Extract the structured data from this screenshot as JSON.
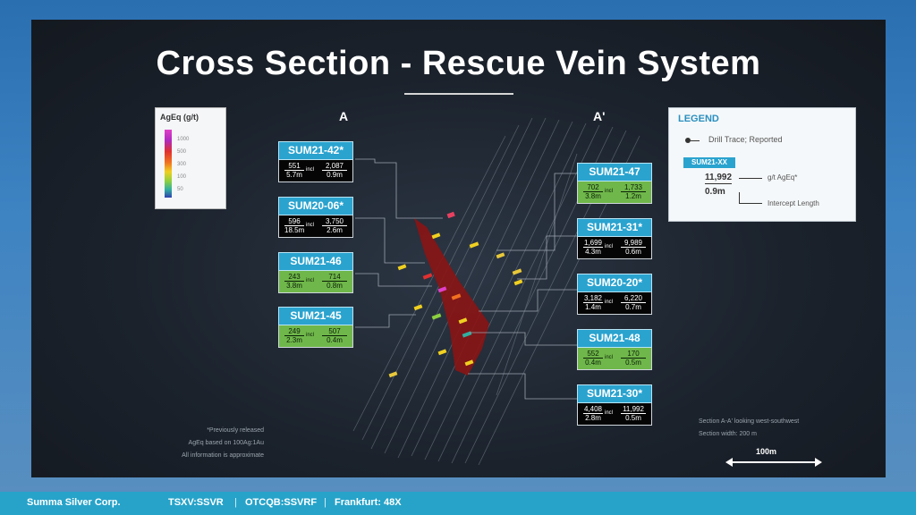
{
  "title": "Cross Section - Rescue Vein System",
  "section_labels": {
    "left": "A",
    "right": "A'"
  },
  "grade_scale": {
    "title": "AgEq (g/t)",
    "ticks": [
      "1000",
      "500",
      "300",
      "100",
      "50"
    ]
  },
  "colors": {
    "hole_label": "#2aa3cf",
    "high_grade_box": "#050505",
    "low_grade_box": "#6fb74a",
    "vein": "#8a1414",
    "footer": "#27a3c9"
  },
  "drill_holes_left": [
    {
      "name": "SUM21-42*",
      "grade": "551",
      "length": "5.7m",
      "incl": "incl",
      "incl_grade": "2,087",
      "incl_length": "0.9m",
      "box": "black"
    },
    {
      "name": "SUM20-06*",
      "grade": "596",
      "length": "18.5m",
      "incl": "incl",
      "incl_grade": "3,750",
      "incl_length": "2.6m",
      "box": "black"
    },
    {
      "name": "SUM21-46",
      "grade": "243",
      "length": "3.8m",
      "incl": "incl",
      "incl_grade": "714",
      "incl_length": "0.8m",
      "box": "green"
    },
    {
      "name": "SUM21-45",
      "grade": "249",
      "length": "2.3m",
      "incl": "incl",
      "incl_grade": "507",
      "incl_length": "0.4m",
      "box": "green"
    }
  ],
  "drill_holes_right": [
    {
      "name": "SUM21-47",
      "grade": "702",
      "length": "3.8m",
      "incl": "incl",
      "incl_grade": "1,733",
      "incl_length": "1.2m",
      "box": "green"
    },
    {
      "name": "SUM21-31*",
      "grade": "1,699",
      "length": "4.3m",
      "incl": "incl",
      "incl_grade": "9,989",
      "incl_length": "0.6m",
      "box": "black"
    },
    {
      "name": "SUM20-20*",
      "grade": "3,182",
      "length": "1.4m",
      "incl": "incl",
      "incl_grade": "6,220",
      "incl_length": "0.7m",
      "box": "black"
    },
    {
      "name": "SUM21-48",
      "grade": "552",
      "length": "0.4m",
      "incl": "incl",
      "incl_grade": "170",
      "incl_length": "0.5m",
      "box": "green"
    },
    {
      "name": "SUM21-30*",
      "grade": "4,408",
      "length": "2.8m",
      "incl": "incl",
      "incl_grade": "11,992",
      "incl_length": "0.5m",
      "box": "black"
    }
  ],
  "legend": {
    "title": "LEGEND",
    "trace_label": "Drill Trace; Reported",
    "hole_example": "SUM21-XX",
    "grade_example": "11,992",
    "length_example": "0.9m",
    "grade_label": "g/t AgEq*",
    "length_label": "Intercept Length"
  },
  "footnotes": [
    "*Previously released",
    "AgEq based on 100Ag:1Au",
    "All information is approximate"
  ],
  "section_notes": [
    "Section A-A' looking west-southwest",
    "Section width: 200 m"
  ],
  "scale_bar_label": "100m",
  "footer": {
    "company": "Summa Silver Corp.",
    "tsxv": "TSXV:SSVR",
    "otcqb": "OTCQB:SSVRF",
    "frankfurt": "Frankfurt: 48X",
    "separator": "|"
  }
}
